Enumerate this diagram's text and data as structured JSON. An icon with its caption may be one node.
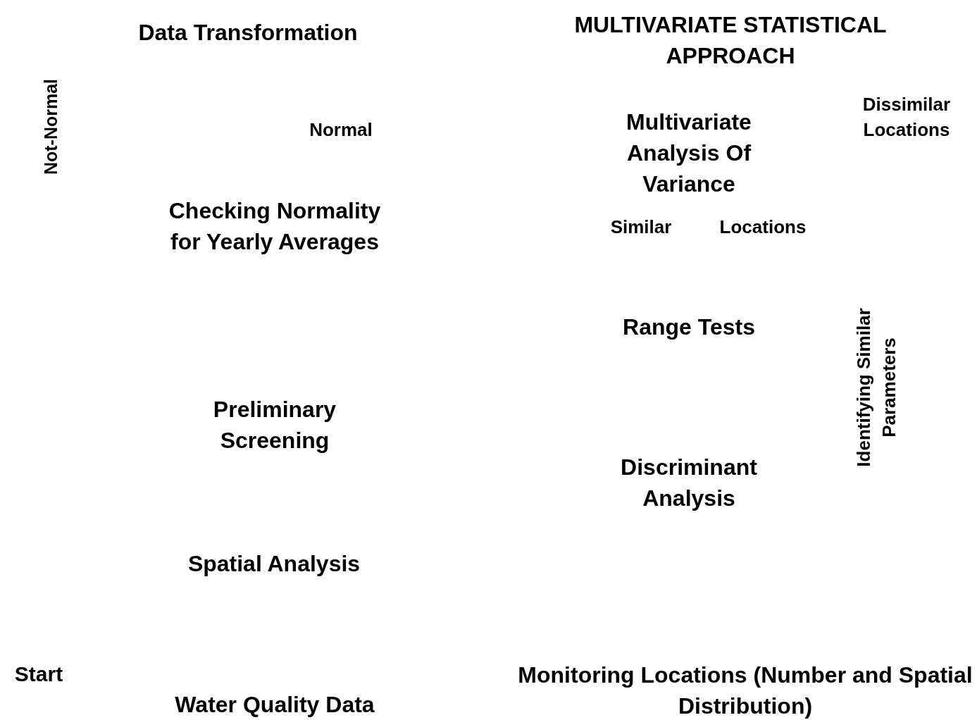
{
  "diagram": {
    "title": "MULTIVARIATE STATISTICAL APPROACH",
    "labels": [
      "Data Transformation",
      "Not-Normal",
      "Normal",
      "Multivariate Analysis Of Variance",
      "Dissimilar Locations",
      "Checking Normality for Yearly Averages",
      "Similar",
      "Locations",
      "Identifying Similar Parameters",
      "Range Tests",
      "Preliminary Screening",
      "Discriminant Analysis",
      "Spatial Analysis",
      "Start",
      "Monitoring Locations (Number and Spatial Distribution)",
      "Water Quality Data"
    ]
  }
}
